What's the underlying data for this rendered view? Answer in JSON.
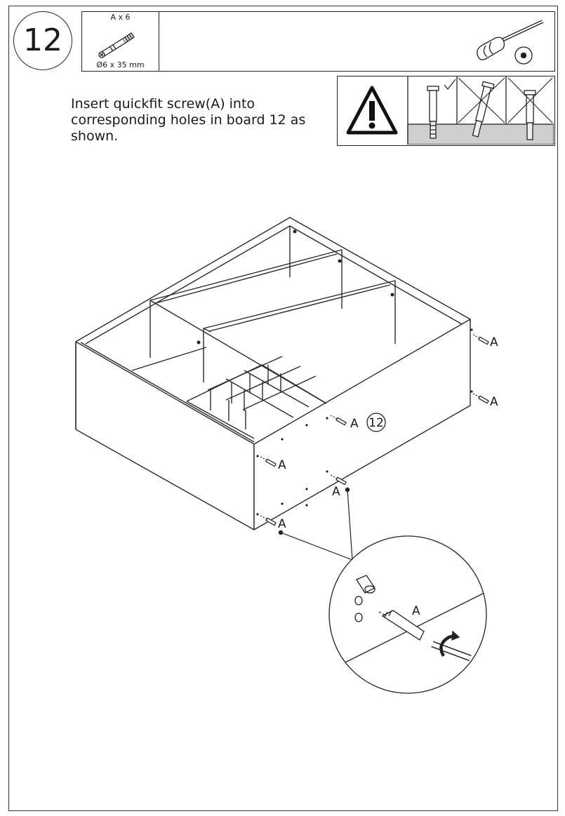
{
  "step": {
    "number": "12"
  },
  "parts": {
    "quantity": "A x 6",
    "size": "Ø6 x 35 mm"
  },
  "instruction": {
    "text": "Insert quickfit screw(A) into corresponding holes in board 12  as shown."
  },
  "labels": {
    "part_letter": "A",
    "board_number": "12"
  },
  "icons": {
    "part": "quickfit-screw-icon",
    "tool": "phillips-screwdriver-icon",
    "warning": "warning-triangle-icon",
    "correct": "checkmark-icon",
    "incorrect": "cross-icon"
  }
}
